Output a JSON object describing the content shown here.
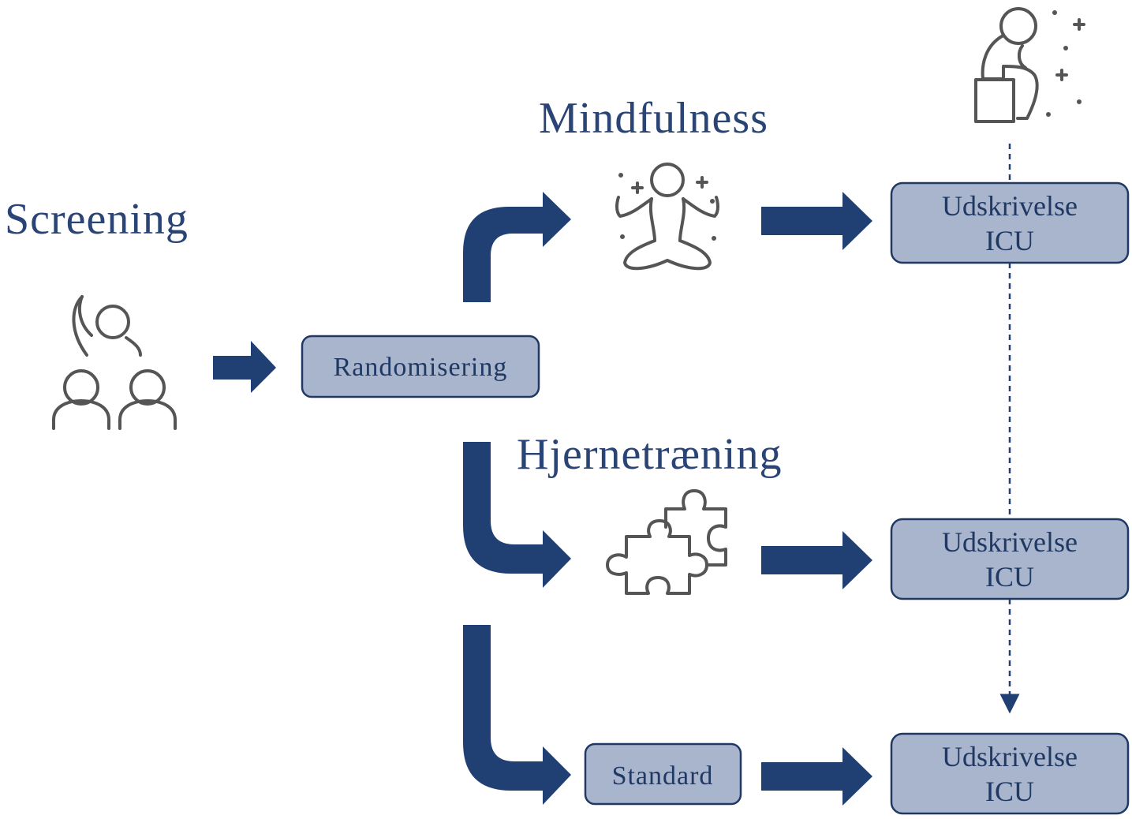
{
  "labels": {
    "screening": "Screening",
    "mindfulness": "Mindfulness",
    "brain_training": "Hjernetræning"
  },
  "boxes": {
    "randomization": "Randomisering",
    "standard": "Standard",
    "discharge_1": {
      "line1": "Udskrivelse",
      "line2": "ICU"
    },
    "discharge_2": {
      "line1": "Udskrivelse",
      "line2": "ICU"
    },
    "discharge_3": {
      "line1": "Udskrivelse",
      "line2": "ICU"
    }
  },
  "icons": {
    "screening": "people-raising-hand-icon",
    "mindfulness": "meditating-person-icon",
    "brain_training": "puzzle-pieces-icon",
    "follow_up": "thinking-person-icon"
  },
  "colors": {
    "text": "#2a4475",
    "arrow": "#203f73",
    "box_fill": "#a9b5cc",
    "box_border": "#1f3864",
    "icon": "#555555"
  }
}
